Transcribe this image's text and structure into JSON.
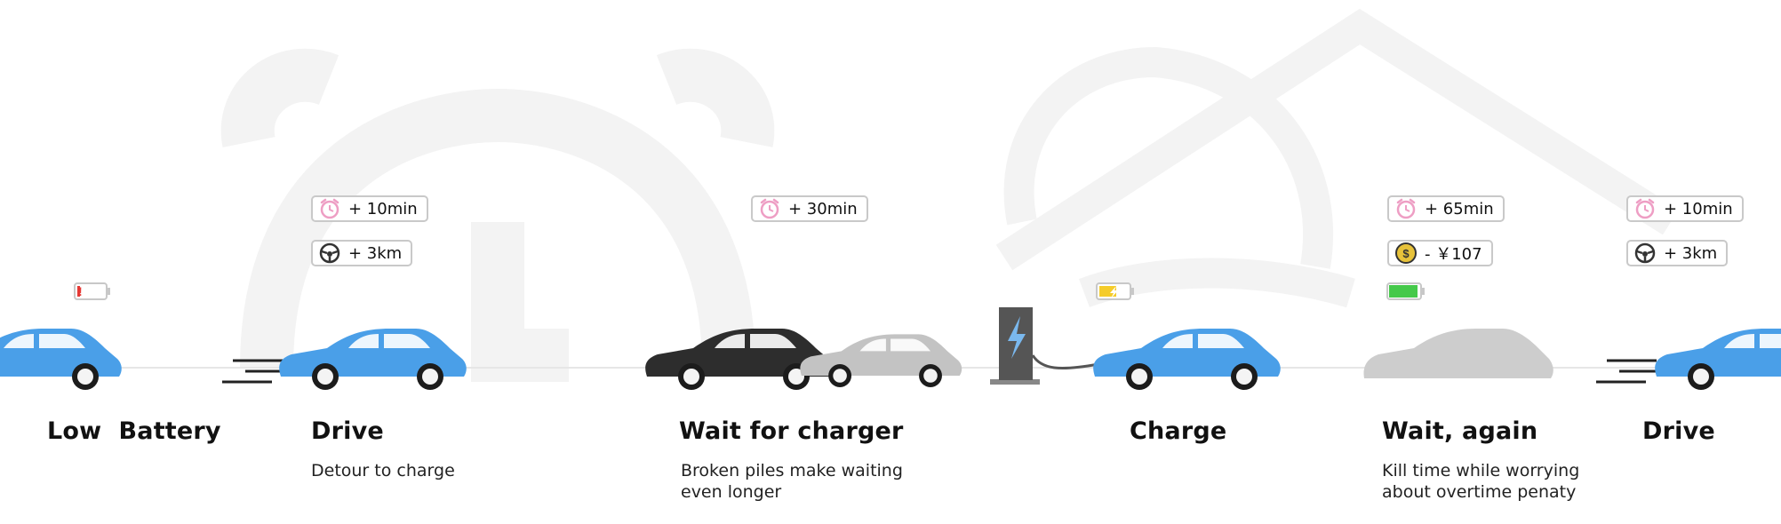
{
  "stages": [
    {
      "title": "Low  Battery",
      "lines": []
    },
    {
      "title": "Drive",
      "lines": [
        "Detour to charge"
      ]
    },
    {
      "title": "Wait for charger",
      "lines": [
        "Broken piles make waiting",
        "even longer"
      ]
    },
    {
      "title": "Charge",
      "lines": []
    },
    {
      "title": "Wait, again",
      "lines": [
        "Kill time while worrying",
        "about overtime penaty"
      ]
    },
    {
      "title": "Drive",
      "lines": []
    }
  ],
  "badges": {
    "drive_time": {
      "icon": "alarm-clock-icon",
      "text": "+ 10min"
    },
    "drive_distance": {
      "icon": "steering-wheel-icon",
      "text": "+ 3km"
    },
    "wait_time": {
      "icon": "alarm-clock-icon",
      "text": "+ 30min"
    },
    "wait_again_time": {
      "icon": "alarm-clock-icon",
      "text": "+ 65min"
    },
    "wait_again_cost": {
      "icon": "coin-icon",
      "text": "- ￥107"
    },
    "drive2_time": {
      "icon": "alarm-clock-icon",
      "text": "+ 10min"
    },
    "drive2_distance": {
      "icon": "steering-wheel-icon",
      "text": "+ 3km"
    }
  },
  "battery_levels": {
    "low": 0.08,
    "charging": 0.6,
    "full": 1.0
  },
  "colors": {
    "car_blue": "#4a9fe8",
    "car_blue_shade": "#2f86d6",
    "car_black": "#2d2d2d",
    "car_gray": "#c3c3c3",
    "ghost_car": "#cdcdcd",
    "watermark": "#f3f3f3",
    "alert_red": "#e53935",
    "charge_yellow": "#f5cc2a",
    "battery_green": "#45c94a",
    "alarm_pink": "#ee9ec4",
    "coin_gold": "#e7c23a",
    "pile_dark": "#555555",
    "bolt_blue": "#7ab8ee"
  }
}
